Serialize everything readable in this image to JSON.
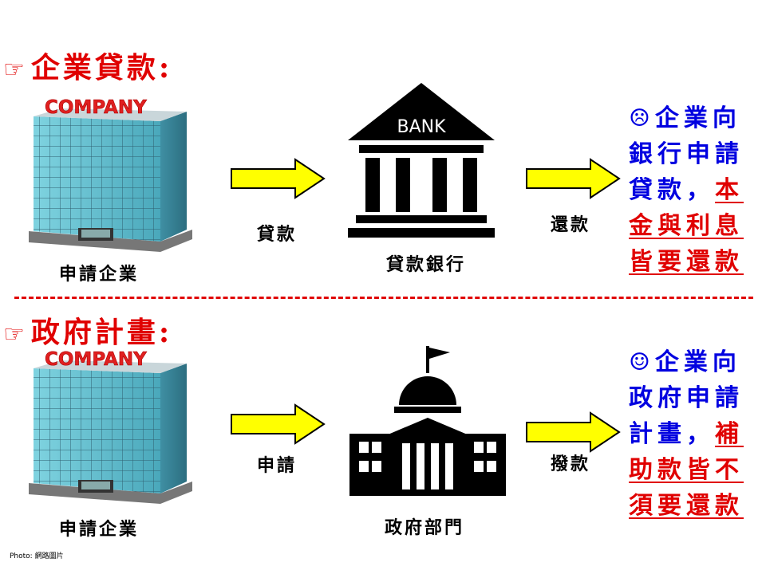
{
  "section_loan": {
    "heading": "企業貸款:",
    "company_sign": "COMPANY",
    "company_caption": "申請企業",
    "arrow1_label": "貸款",
    "bank_sign": "BANK",
    "bank_caption": "貸款銀行",
    "arrow2_label": "還款",
    "note_prefix": "企業向銀行申請貸款，",
    "note_emphasis": "本金與利息皆要還款"
  },
  "section_gov": {
    "heading": "政府計畫:",
    "company_sign": "COMPANY",
    "company_caption": "申請企業",
    "arrow1_label": "申請",
    "gov_caption": "政府部門",
    "arrow2_label": "撥款",
    "note_prefix": "企業向政府申請計畫，",
    "note_emphasis": "補助款皆不須要還款"
  },
  "credit": "Photo: 網路圖片",
  "colors": {
    "heading_red": "#e00000",
    "note_blue": "#0000e0",
    "arrow_yellow": "#ffff00"
  },
  "icons": {
    "pointing_hand": "☞",
    "frown_face": "☹",
    "smile_face": "☺"
  }
}
